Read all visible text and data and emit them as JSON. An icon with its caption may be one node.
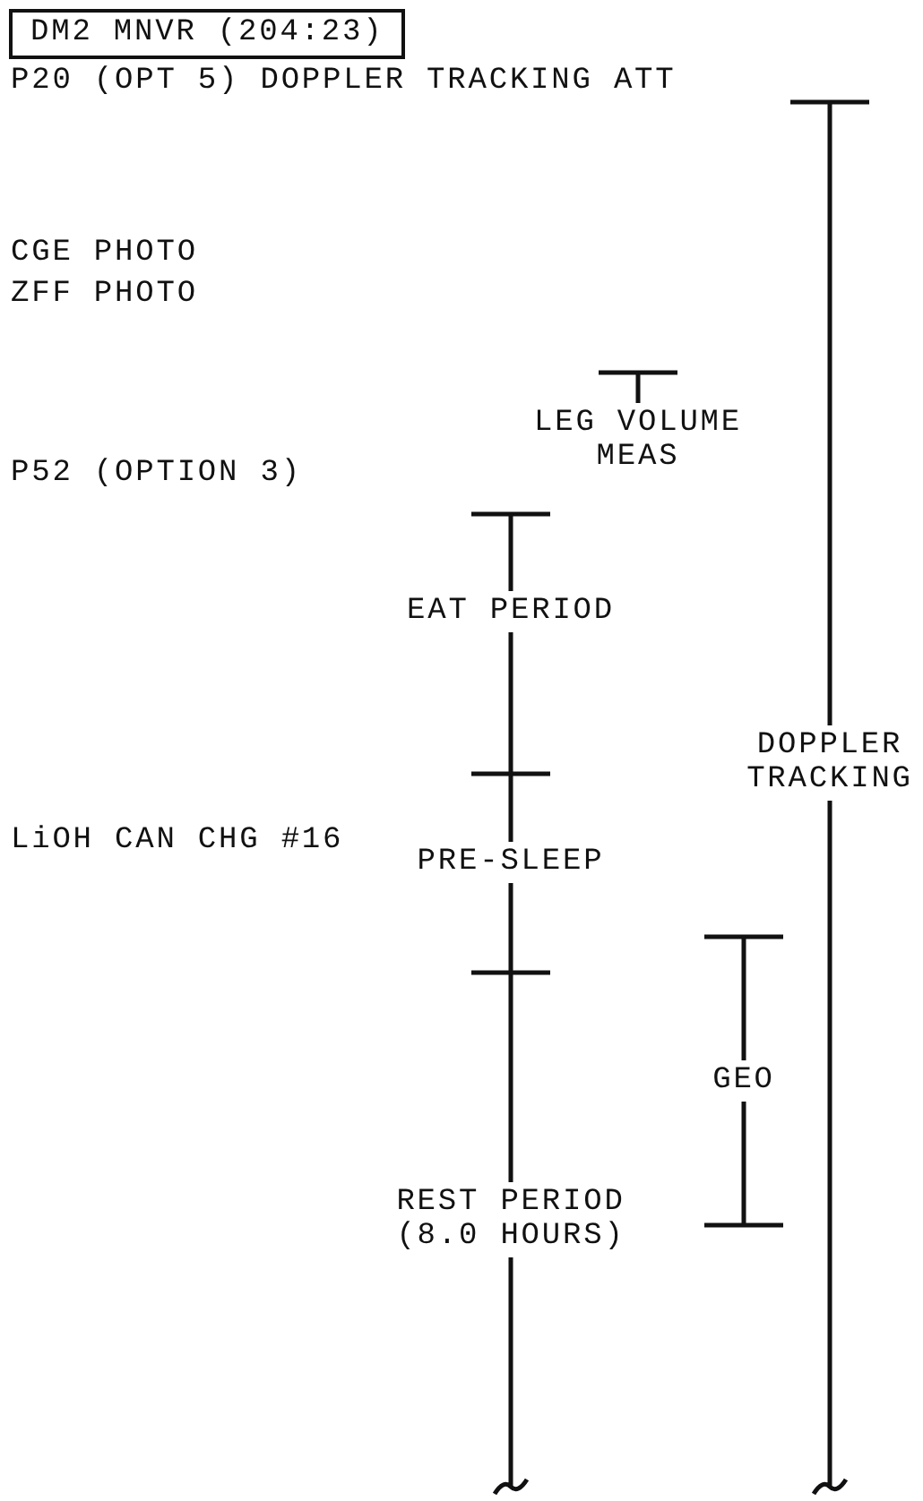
{
  "diagram": {
    "nodes": [
      {
        "text": [
          "DM2 MNVR (204:23)"
        ]
      }
    ],
    "labels": [
      "P20 (OPT 5) DOPPLER TRACKING ATT",
      "CGE PHOTO",
      "ZFF PHOTO",
      "LEG VOLUME MEAS",
      "P52 (OPTION 3)",
      "EAT PERIOD",
      "DOPPLER TRACKING",
      "LiOH CAN CHG #16",
      "PRE-SLEEP",
      "GEO",
      "REST PERIOD (8.0 HOURS)"
    ]
  }
}
